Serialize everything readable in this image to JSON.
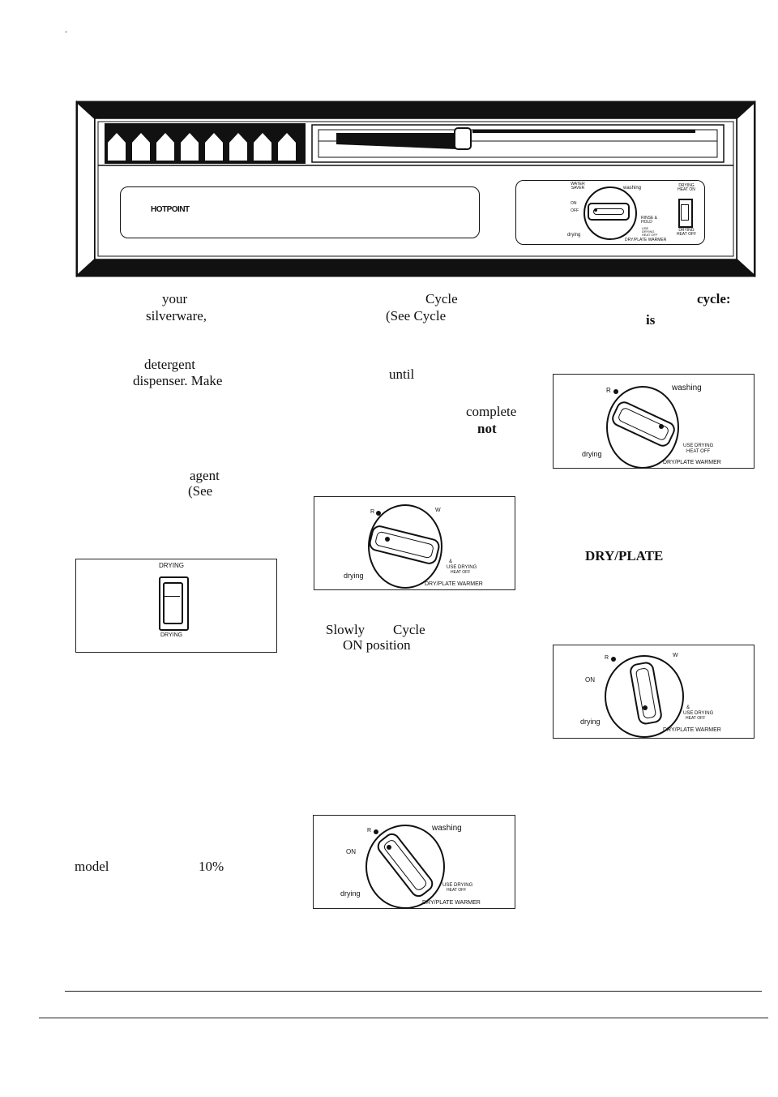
{
  "stray_mark": ".",
  "panel": {
    "brand": "HOTPOINT",
    "dial_labels": {
      "water_saver": "WATER SAVER",
      "washing": "washing",
      "on": "ON",
      "off": "OFF",
      "rinse_hold": "RINSE & HOLD",
      "use_drying_heat_off": "USE DRYING HEAT OFF",
      "drying": "drying",
      "dry_plate_warmer": "DRY/PLATE WARMER"
    },
    "switch_labels": {
      "heat_on": "DRYING HEAT ON",
      "heat_off": "DRYING HEAT OFF"
    },
    "slot_count": 8
  },
  "text_fragments": {
    "col1_your": "your",
    "col1_silverware": "silverware,",
    "col1_detergent": "detergent",
    "col1_dispenser": "dispenser. Make",
    "col1_agent": "agent",
    "col1_see": "(See",
    "col1_model": "model",
    "col1_percent": "10%",
    "col2_cycle": "Cycle",
    "col2_see_cycle": "(See Cycle",
    "col2_until": "until",
    "col2_complete": "complete",
    "col2_not": "not",
    "col2_slowly": "Slowly",
    "col2_cycle2": "Cycle",
    "col2_on_position": "ON position",
    "col3_cycle": "cycle:",
    "col3_is": "is",
    "col3_dryplate": "DRY/PLATE"
  },
  "drying_switch_box": {
    "top_label": "DRYING",
    "bottom_label": "DRYING"
  },
  "dial_boxes": {
    "box_top_right": {
      "r": "R",
      "washing": "washing",
      "use_drying": "USE DRYING",
      "heat_off": "HEAT OFF",
      "drying": "drying",
      "dry_plate": "DRY/PLATE WARMER"
    },
    "box_mid": {
      "r": "R",
      "w": "W",
      "amp": "&",
      "use_drying": "USE DRYING",
      "heat_off": "HEAT OFF",
      "drying": "drying",
      "dry_plate": "DRY/PLATE WARMER"
    },
    "box_right_mid": {
      "r": "R",
      "w": "W",
      "on": "ON",
      "amp": "&",
      "use_drying": "USE DRYING",
      "heat_off": "HEAT OFF",
      "drying": "drying",
      "dry_plate": "DRY/PLATE WARMER"
    },
    "box_bottom": {
      "r": "R",
      "washing": "washing",
      "on": "ON",
      "use_drying": "USE DRYING",
      "heat_off": "HEAT OFF",
      "drying": "drying",
      "dry_plate": "DRY/PLATE WARMER"
    }
  }
}
